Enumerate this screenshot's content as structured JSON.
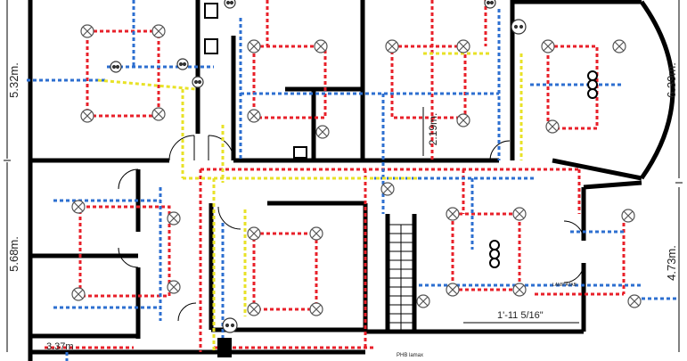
{
  "plan": {
    "dimensions": {
      "left_top": "5.32m.",
      "left_bottom": "5.68m.",
      "right_top": "6.39m.",
      "right_bottom": "4.73m.",
      "center": "2.19m.",
      "bottom_left": "3.37m",
      "bottom_right": "1'-11 5/16\""
    },
    "labels": {
      "panel": "PHB lamax",
      "right_small": "LAMP ATAB"
    }
  },
  "colors": {
    "wall": "#000000",
    "red_circuit": "#e8202a",
    "blue_circuit": "#2d6fd0",
    "yellow_circuit": "#e8e227",
    "light_fixture": "#555555"
  },
  "symbols": {
    "light_fixture": "ceiling-light-icon",
    "outlet": "duplex-outlet-icon",
    "switch": "switch-icon",
    "fan": "fan-coil-icon",
    "panel": "electrical-panel-icon"
  }
}
